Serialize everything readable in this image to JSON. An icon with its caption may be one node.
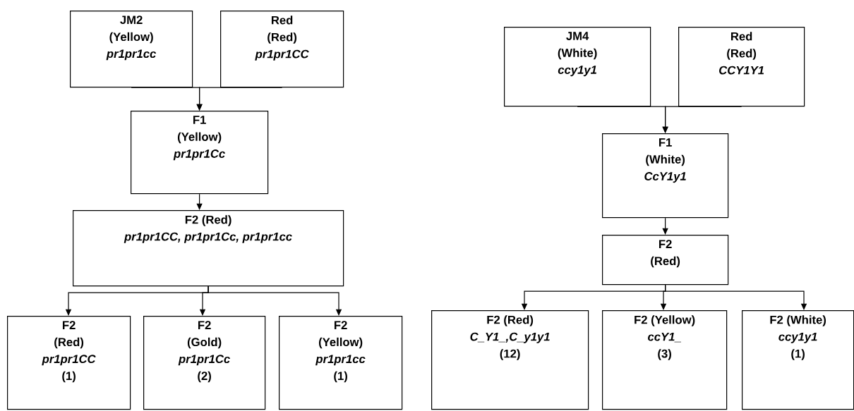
{
  "diagram": {
    "nodes": [
      {
        "text": [
          "JM2",
          "(Yellow)",
          "pr1pr1cc"
        ]
      },
      {
        "text": [
          "Red",
          "(Red)",
          "pr1pr1CC"
        ]
      },
      {
        "text": [
          "F1",
          "(Yellow)",
          "pr1pr1Cc"
        ]
      },
      {
        "text": [
          "F2 (Red)",
          "pr1pr1CC, pr1pr1Cc, pr1pr1cc"
        ]
      },
      {
        "text": [
          "F2",
          "(Red)",
          "pr1pr1CC",
          "(1)"
        ]
      },
      {
        "text": [
          "F2",
          "(Gold)",
          "pr1pr1Cc",
          "(2)"
        ]
      },
      {
        "text": [
          "F2",
          "(Yellow)",
          "pr1pr1cc",
          "(1)"
        ]
      },
      {
        "text": [
          "JM4",
          "(White)",
          "ccy1y1"
        ]
      },
      {
        "text": [
          "Red",
          "(Red)",
          "CCY1Y1"
        ]
      },
      {
        "text": [
          "F1",
          "(White)",
          "CcY1y1"
        ]
      },
      {
        "text": [
          "F2",
          "(Red)"
        ]
      },
      {
        "text": [
          "F2 (Red)",
          "C_Y1_,C_y1y1",
          "(12)"
        ]
      },
      {
        "text": [
          "F2 (Yellow)",
          "ccY1_",
          "(3)"
        ]
      },
      {
        "text": [
          "F2 (White)",
          "ccy1y1",
          "(1)"
        ]
      }
    ],
    "edges": [
      {
        "from": 0,
        "to": 2,
        "arrow": "to"
      },
      {
        "from": 1,
        "to": 2,
        "arrow": "to"
      },
      {
        "from": 2,
        "to": 3,
        "arrow": "to"
      },
      {
        "from": 3,
        "to": 4,
        "arrow": "to"
      },
      {
        "from": 3,
        "to": 5,
        "arrow": "to"
      },
      {
        "from": 3,
        "to": 6,
        "arrow": "to"
      },
      {
        "from": 7,
        "to": 9,
        "arrow": "to"
      },
      {
        "from": 8,
        "to": 9,
        "arrow": "to"
      },
      {
        "from": 9,
        "to": 10,
        "arrow": "to"
      },
      {
        "from": 10,
        "to": 11,
        "arrow": "to"
      },
      {
        "from": 10,
        "to": 12,
        "arrow": "to"
      },
      {
        "from": 10,
        "to": 13,
        "arrow": "to"
      }
    ]
  }
}
